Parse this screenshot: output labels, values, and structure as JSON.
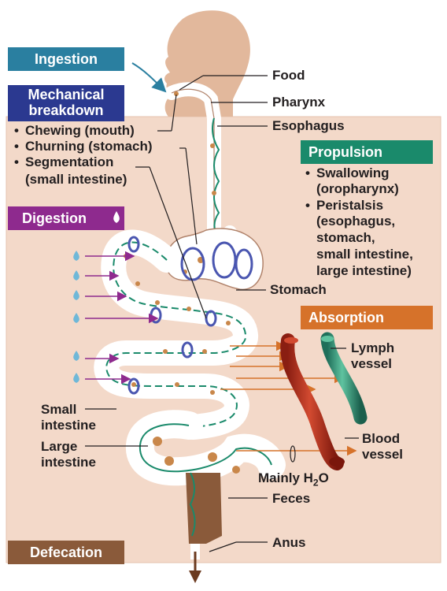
{
  "badges": {
    "ingestion": "Ingestion",
    "mechanical_line1": "Mechanical",
    "mechanical_line2": "breakdown",
    "digestion": "Digestion",
    "propulsion": "Propulsion",
    "absorption": "Absorption",
    "defecation": "Defecation"
  },
  "mechanical_items": [
    "Chewing (mouth)",
    "Churning (stomach)",
    "Segmentation",
    "(small intestine)"
  ],
  "propulsion_items": [
    "Swallowing",
    "(oropharynx)",
    "Peristalsis",
    "(esophagus,",
    "stomach,",
    "small intestine,",
    "large intestine)"
  ],
  "labels": {
    "food": "Food",
    "pharynx": "Pharynx",
    "esophagus": "Esophagus",
    "stomach": "Stomach",
    "lymph_line1": "Lymph",
    "lymph_line2": "vessel",
    "small_line1": "Small",
    "small_line2": "intestine",
    "large_line1": "Large",
    "large_line2": "intestine",
    "blood_line1": "Blood",
    "blood_line2": "vessel",
    "mainly_h2o_text": "Mainly H",
    "mainly_h2o_sub": "2",
    "mainly_h2o_tail": "O",
    "feces": "Feces",
    "anus": "Anus"
  },
  "colors": {
    "ingestion": "#2a7fa0",
    "mechanical": "#2b3990",
    "digestion": "#8e2a8e",
    "propulsion": "#1a8a6b",
    "absorption": "#d6722a",
    "defecation": "#8a5a3a",
    "background": "#f3d9c9",
    "silhouette": "#e2b89c"
  }
}
